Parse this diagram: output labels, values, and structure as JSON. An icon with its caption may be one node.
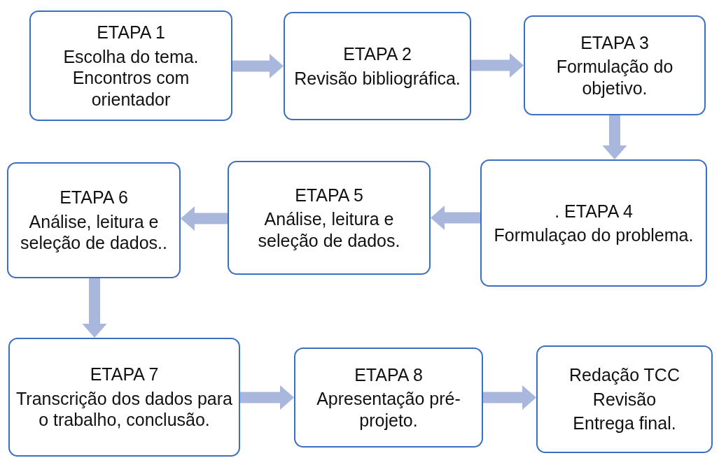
{
  "diagram": {
    "nodes": [
      {
        "text": [
          "ETAPA 1",
          "Escolha do tema. Encontros com orientador"
        ]
      },
      {
        "text": [
          "ETAPA 2",
          "Revisão bibliográfica."
        ]
      },
      {
        "text": [
          "ETAPA 3",
          "Formulação do objetivo."
        ]
      },
      {
        "text": [
          ". ETAPA 4",
          "Formulaçao do problema."
        ]
      },
      {
        "text": [
          "ETAPA 5",
          "Análise, leitura e seleção de dados."
        ]
      },
      {
        "text": [
          "ETAPA 6",
          "Análise, leitura e seleção de dados.."
        ]
      },
      {
        "text": [
          "ETAPA 7",
          "Transcrição dos dados para o trabalho, conclusão."
        ]
      },
      {
        "text": [
          "ETAPA 8",
          "Apresentação pré-projeto."
        ]
      },
      {
        "text": [
          "Redação TCC",
          "Revisão",
          "Entrega final."
        ]
      }
    ],
    "edges": [
      {
        "from": 0,
        "to": 1,
        "arrow": "to"
      },
      {
        "from": 1,
        "to": 2,
        "arrow": "to"
      },
      {
        "from": 2,
        "to": 3,
        "arrow": "to"
      },
      {
        "from": 3,
        "to": 4,
        "arrow": "to"
      },
      {
        "from": 4,
        "to": 5,
        "arrow": "to"
      },
      {
        "from": 5,
        "to": 6,
        "arrow": "to"
      },
      {
        "from": 6,
        "to": 7,
        "arrow": "to"
      },
      {
        "from": 7,
        "to": 8,
        "arrow": "to"
      }
    ]
  }
}
